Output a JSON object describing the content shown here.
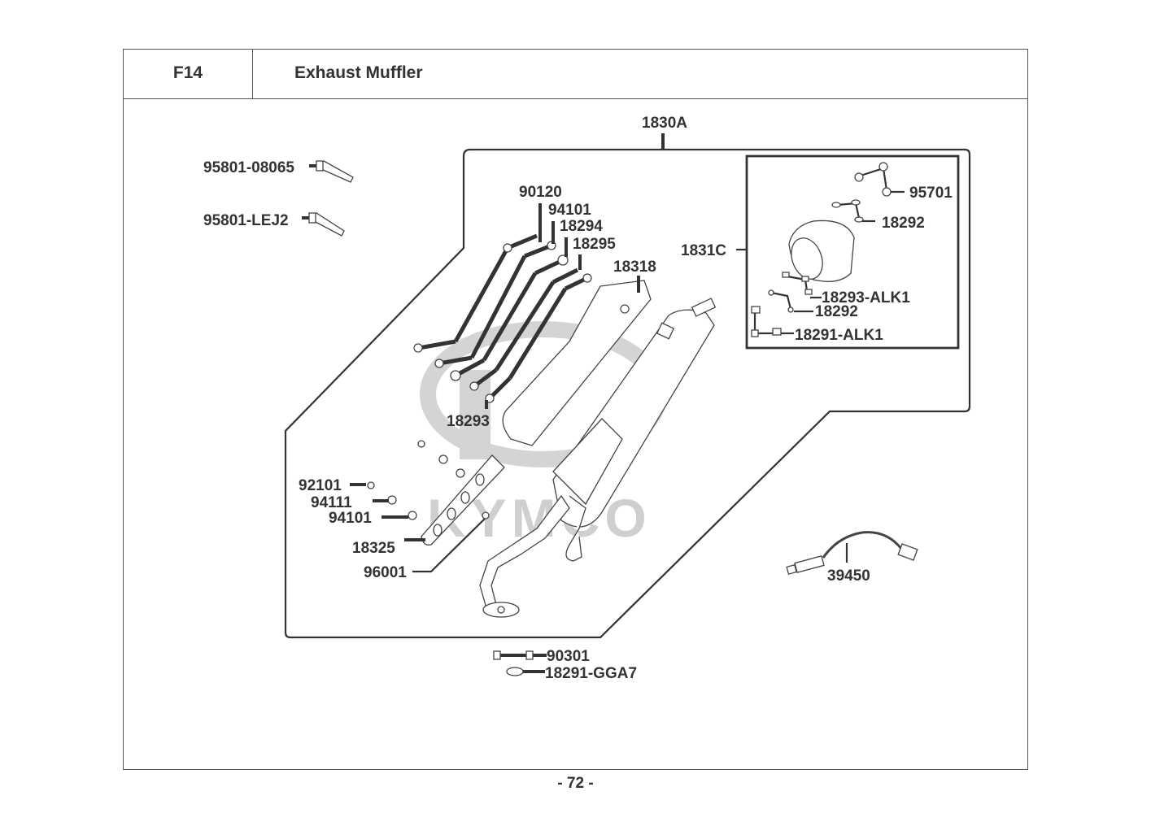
{
  "header": {
    "figure_code": "F14",
    "title": "Exhaust Muffler"
  },
  "watermark": {
    "brand": "KYMCO"
  },
  "callouts": {
    "assembly": "1830A",
    "sub_assembly": "1831C",
    "bolt_long_1": "95801-08065",
    "bolt_long_2": "95801-LEJ2",
    "p90120": "90120",
    "p94101_top": "94101",
    "p18294": "18294",
    "p18295": "18295",
    "p18318": "18318",
    "p18293": "18293",
    "p92101": "92101",
    "p94111": "94111",
    "p94101_bottom": "94101",
    "p18325": "18325",
    "p96001": "96001",
    "p95701": "95701",
    "p18292_top": "18292",
    "p18293_alk1": "18293-ALK1",
    "p18292_bottom": "18292",
    "p18291_alk1": "18291-ALK1",
    "p39450": "39450",
    "p90301": "90301",
    "p18291_gga7": "18291-GGA7"
  },
  "footer": {
    "page": "- 72 -"
  }
}
